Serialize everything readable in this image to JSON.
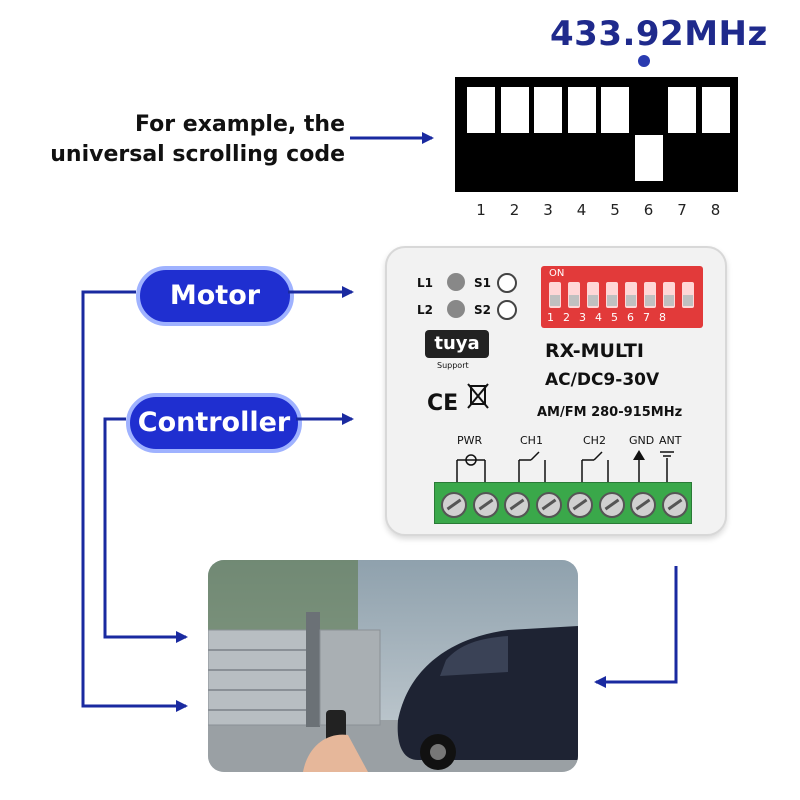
{
  "frequency": "433.92MHz",
  "example_lines": [
    "For example, the",
    "universal scrolling code"
  ],
  "dip_switches": {
    "numbers": [
      "1",
      "2",
      "3",
      "4",
      "5",
      "6",
      "7",
      "8"
    ],
    "positions": [
      "down",
      "down",
      "down",
      "down",
      "down",
      "up",
      "down",
      "down"
    ]
  },
  "labels": {
    "motor": "Motor",
    "controller": "Controller"
  },
  "receiver": {
    "dip_on": "ON",
    "dip_numbers": "12345678",
    "l1": "L1",
    "l2": "L2",
    "s1": "S1",
    "s2": "S2",
    "brand": "tuya",
    "brand_sub": "Support",
    "model": "RX-MULTI",
    "voltage": "AC/DC9-30V",
    "band": "AM/FM 280-915MHz",
    "ce": "CE",
    "terminals": [
      "PWR",
      "CH1",
      "CH2",
      "GND",
      "ANT"
    ]
  },
  "colors": {
    "frequency_text": "#1f2a8c",
    "arrow": "#1a2aa0",
    "pill_fill": "#1f2fd0",
    "terminal_green": "#3aa84a",
    "dip_red": "#e23a3a"
  }
}
